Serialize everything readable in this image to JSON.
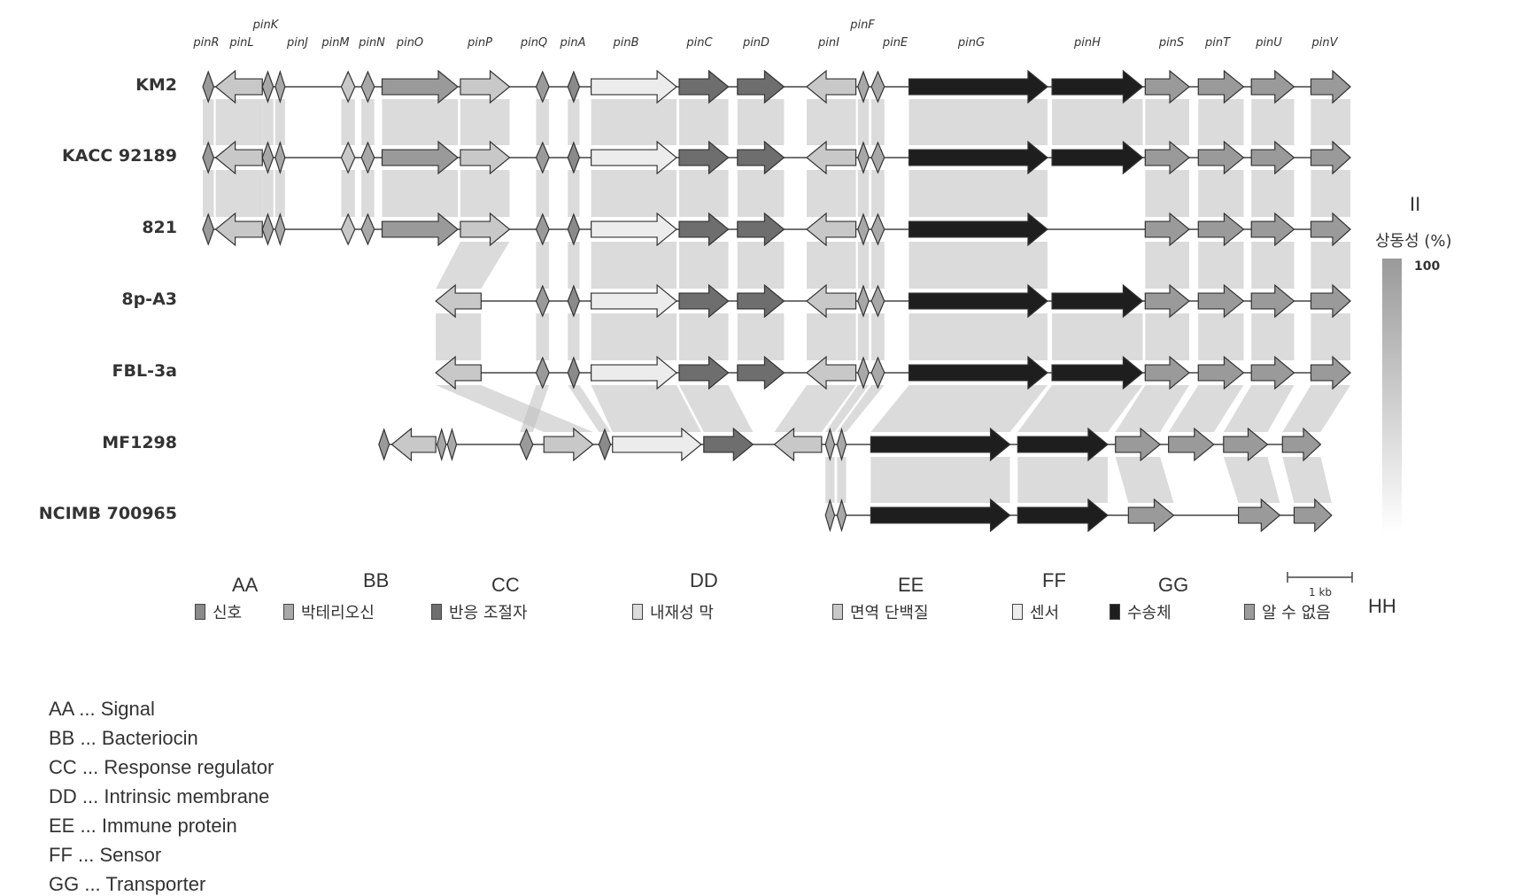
{
  "colors": {
    "signal": "#8a8a8a",
    "bacteriocin": "#a8a8a8",
    "regulator": "#6e6e6e",
    "membrane": "#dcdcdc",
    "immune": "#c8c8c8",
    "sensor": "#ececec",
    "transporter": "#1e1e1e",
    "unknown": "#9a9a9a",
    "homology": "#bdbdbd"
  },
  "gene_labels": [
    "pinR",
    "pinL",
    "pinK",
    "pinJ",
    "pinM",
    "pinN",
    "pinO",
    "pinP",
    "pinQ",
    "pinA",
    "pinB",
    "pinC",
    "pinD",
    "pinI",
    "pinF",
    "pinE",
    "pinG",
    "pinH",
    "pinS",
    "pinT",
    "pinU",
    "pinV"
  ],
  "gene_categories": {
    "pinR": "unknown",
    "pinL": "immune",
    "pinK": "bacteriocin",
    "pinJ": "bacteriocin",
    "pinM": "immune",
    "pinN": "bacteriocin",
    "pinO": "unknown",
    "pinP": "immune",
    "pinQ": "unknown",
    "pinA": "signal",
    "pinB": "sensor",
    "pinC": "regulator",
    "pinD": "regulator",
    "pinI": "immune",
    "pinF": "bacteriocin",
    "pinE": "bacteriocin",
    "pinG": "transporter",
    "pinH": "transporter",
    "pinS": "unknown",
    "pinT": "unknown",
    "pinU": "unknown",
    "pinV": "unknown"
  },
  "strains": [
    {
      "name": "KM2",
      "genes": [
        [
          "pinR",
          0,
          0.17,
          1
        ],
        [
          "pinL",
          0.2,
          0.92,
          -1
        ],
        [
          "pinK",
          0.92,
          1.09,
          1
        ],
        [
          "pinJ",
          1.12,
          1.27,
          1
        ],
        [
          "pinM",
          2.14,
          2.35,
          1
        ],
        [
          "pinN",
          2.45,
          2.65,
          1
        ],
        [
          "pinO",
          2.77,
          3.94,
          1
        ],
        [
          "pinP",
          3.98,
          4.74,
          1
        ],
        [
          "pinQ",
          5.15,
          5.35,
          1
        ],
        [
          "pinA",
          5.64,
          5.82,
          1
        ],
        [
          "pinB",
          6.0,
          7.32,
          1
        ],
        [
          "pinC",
          7.36,
          8.12,
          1
        ],
        [
          "pinD",
          8.26,
          8.98,
          1
        ],
        [
          "pinI",
          9.33,
          10.09,
          -1
        ],
        [
          "pinF",
          10.12,
          10.29,
          1
        ],
        [
          "pinE",
          10.33,
          10.53,
          1
        ],
        [
          "pinG",
          10.91,
          13.05,
          1
        ],
        [
          "pinH",
          13.12,
          14.52,
          1
        ],
        [
          "pinS",
          14.56,
          15.24,
          1
        ],
        [
          "pinT",
          15.38,
          16.08,
          1
        ],
        [
          "pinU",
          16.2,
          16.86,
          1
        ],
        [
          "pinV",
          17.12,
          17.73,
          1
        ]
      ]
    },
    {
      "name": "KACC 92189",
      "genes": [
        [
          "pinR",
          0,
          0.17,
          1
        ],
        [
          "pinL",
          0.2,
          0.92,
          -1
        ],
        [
          "pinK",
          0.92,
          1.09,
          1
        ],
        [
          "pinJ",
          1.12,
          1.27,
          1
        ],
        [
          "pinM",
          2.14,
          2.35,
          1
        ],
        [
          "pinN",
          2.45,
          2.65,
          1
        ],
        [
          "pinO",
          2.77,
          3.94,
          1
        ],
        [
          "pinP",
          3.98,
          4.74,
          1
        ],
        [
          "pinQ",
          5.15,
          5.35,
          1
        ],
        [
          "pinA",
          5.64,
          5.82,
          1
        ],
        [
          "pinB",
          6.0,
          7.32,
          1
        ],
        [
          "pinC",
          7.36,
          8.12,
          1
        ],
        [
          "pinD",
          8.26,
          8.98,
          1
        ],
        [
          "pinI",
          9.33,
          10.09,
          -1
        ],
        [
          "pinF",
          10.12,
          10.29,
          1
        ],
        [
          "pinE",
          10.33,
          10.53,
          1
        ],
        [
          "pinG",
          10.91,
          13.05,
          1
        ],
        [
          "pinH",
          13.12,
          14.52,
          1
        ],
        [
          "pinS",
          14.56,
          15.24,
          1
        ],
        [
          "pinT",
          15.38,
          16.08,
          1
        ],
        [
          "pinU",
          16.2,
          16.86,
          1
        ],
        [
          "pinV",
          17.12,
          17.73,
          1
        ]
      ]
    },
    {
      "name": "821",
      "genes": [
        [
          "pinR",
          0,
          0.17,
          1
        ],
        [
          "pinL",
          0.2,
          0.92,
          -1
        ],
        [
          "pinK",
          0.92,
          1.09,
          1
        ],
        [
          "pinJ",
          1.12,
          1.27,
          1
        ],
        [
          "pinM",
          2.14,
          2.35,
          1
        ],
        [
          "pinN",
          2.45,
          2.65,
          1
        ],
        [
          "pinO",
          2.77,
          3.94,
          1
        ],
        [
          "pinP",
          3.98,
          4.74,
          1
        ],
        [
          "pinQ",
          5.15,
          5.35,
          1
        ],
        [
          "pinA",
          5.64,
          5.82,
          1
        ],
        [
          "pinB",
          6.0,
          7.32,
          1
        ],
        [
          "pinC",
          7.36,
          8.12,
          1
        ],
        [
          "pinD",
          8.26,
          8.98,
          1
        ],
        [
          "pinI",
          9.33,
          10.09,
          -1
        ],
        [
          "pinF",
          10.12,
          10.29,
          1
        ],
        [
          "pinE",
          10.33,
          10.53,
          1
        ],
        [
          "pinG",
          10.91,
          13.05,
          1
        ],
        [
          "pinS",
          14.56,
          15.24,
          1
        ],
        [
          "pinT",
          15.38,
          16.08,
          1
        ],
        [
          "pinU",
          16.2,
          16.86,
          1
        ],
        [
          "pinV",
          17.12,
          17.73,
          1
        ]
      ]
    },
    {
      "name": "8p-A3",
      "genes": [
        [
          "pinP",
          3.6,
          4.3,
          -1
        ],
        [
          "pinQ",
          5.15,
          5.35,
          1
        ],
        [
          "pinA",
          5.64,
          5.82,
          1
        ],
        [
          "pinB",
          6.0,
          7.32,
          1
        ],
        [
          "pinC",
          7.36,
          8.12,
          1
        ],
        [
          "pinD",
          8.26,
          8.98,
          1
        ],
        [
          "pinI",
          9.33,
          10.09,
          -1
        ],
        [
          "pinF",
          10.12,
          10.29,
          1
        ],
        [
          "pinE",
          10.33,
          10.53,
          1
        ],
        [
          "pinG",
          10.91,
          13.05,
          1
        ],
        [
          "pinH",
          13.12,
          14.52,
          1
        ],
        [
          "pinS",
          14.56,
          15.24,
          1
        ],
        [
          "pinT",
          15.38,
          16.08,
          1
        ],
        [
          "pinU",
          16.2,
          16.86,
          1
        ],
        [
          "pinV",
          17.12,
          17.73,
          1
        ]
      ]
    },
    {
      "name": "FBL-3a",
      "genes": [
        [
          "pinP",
          3.6,
          4.3,
          -1
        ],
        [
          "pinQ",
          5.15,
          5.35,
          1
        ],
        [
          "pinA",
          5.64,
          5.82,
          1
        ],
        [
          "pinB",
          6.0,
          7.32,
          1
        ],
        [
          "pinC",
          7.36,
          8.12,
          1
        ],
        [
          "pinD",
          8.26,
          8.98,
          1
        ],
        [
          "pinI",
          9.33,
          10.09,
          -1
        ],
        [
          "pinF",
          10.12,
          10.29,
          1
        ],
        [
          "pinE",
          10.33,
          10.53,
          1
        ],
        [
          "pinG",
          10.91,
          13.05,
          1
        ],
        [
          "pinH",
          13.12,
          14.52,
          1
        ],
        [
          "pinS",
          14.56,
          15.24,
          1
        ],
        [
          "pinT",
          15.38,
          16.08,
          1
        ],
        [
          "pinU",
          16.2,
          16.86,
          1
        ],
        [
          "pinV",
          17.12,
          17.73,
          1
        ]
      ]
    },
    {
      "name": "MF1298",
      "genes": [
        [
          "pinR",
          2.72,
          2.88,
          1
        ],
        [
          "pinL",
          2.92,
          3.6,
          -1
        ],
        [
          "pinK",
          3.62,
          3.76,
          1
        ],
        [
          "pinJ",
          3.78,
          3.92,
          1
        ],
        [
          "pinQ",
          4.9,
          5.1,
          1
        ],
        [
          "pinP",
          5.27,
          6.03,
          1
        ],
        [
          "pinA",
          6.12,
          6.3,
          1
        ],
        [
          "pinB",
          6.33,
          7.7,
          1
        ],
        [
          "pinC",
          7.74,
          8.5,
          1
        ],
        [
          "pinI",
          8.83,
          9.56,
          -1
        ],
        [
          "pinF",
          9.62,
          9.76,
          1
        ],
        [
          "pinE",
          9.8,
          9.94,
          1
        ],
        [
          "pinG",
          10.32,
          12.47,
          1
        ],
        [
          "pinH",
          12.59,
          13.98,
          1
        ],
        [
          "pinS",
          14.1,
          14.79,
          1
        ],
        [
          "pinT",
          14.92,
          15.62,
          1
        ],
        [
          "pinU",
          15.77,
          16.45,
          1
        ],
        [
          "pinV",
          16.68,
          17.27,
          1
        ]
      ]
    },
    {
      "name": "NCIMB 700965",
      "genes": [
        [
          "pinF",
          9.62,
          9.76,
          1
        ],
        [
          "pinE",
          9.8,
          9.94,
          1
        ],
        [
          "pinG",
          10.32,
          12.47,
          1
        ],
        [
          "pinH",
          12.59,
          13.98,
          1
        ],
        [
          "pinS",
          14.3,
          15.0,
          1
        ],
        [
          "pinU",
          16.0,
          16.64,
          1
        ],
        [
          "pinV",
          16.86,
          17.44,
          1
        ]
      ]
    }
  ],
  "legend": {
    "items": [
      {
        "code": "AA",
        "label": "신호",
        "category": "signal"
      },
      {
        "code": "BB",
        "label": "박테리오신",
        "category": "bacteriocin"
      },
      {
        "code": "CC",
        "label": "반응 조절자",
        "category": "regulator"
      },
      {
        "code": "DD",
        "label": "내재성 막",
        "category": "membrane"
      },
      {
        "code": "EE",
        "label": "면역 단백질",
        "category": "immune"
      },
      {
        "code": "FF",
        "label": "센서",
        "category": "sensor"
      },
      {
        "code": "GG",
        "label": "수송체",
        "category": "transporter"
      },
      {
        "code": "HH",
        "label": "알 수 없음",
        "category": "unknown"
      }
    ],
    "scale_label": "1 kb",
    "identity_code": "II",
    "identity_title": "상동성 (%)",
    "identity_max": "100"
  },
  "definitions": [
    "AA ... Signal",
    "BB ... Bacteriocin",
    "CC ... Response regulator",
    "DD ... Intrinsic membrane",
    "EE ... Immune protein",
    "FF ... Sensor",
    "GG ... Transporter"
  ]
}
